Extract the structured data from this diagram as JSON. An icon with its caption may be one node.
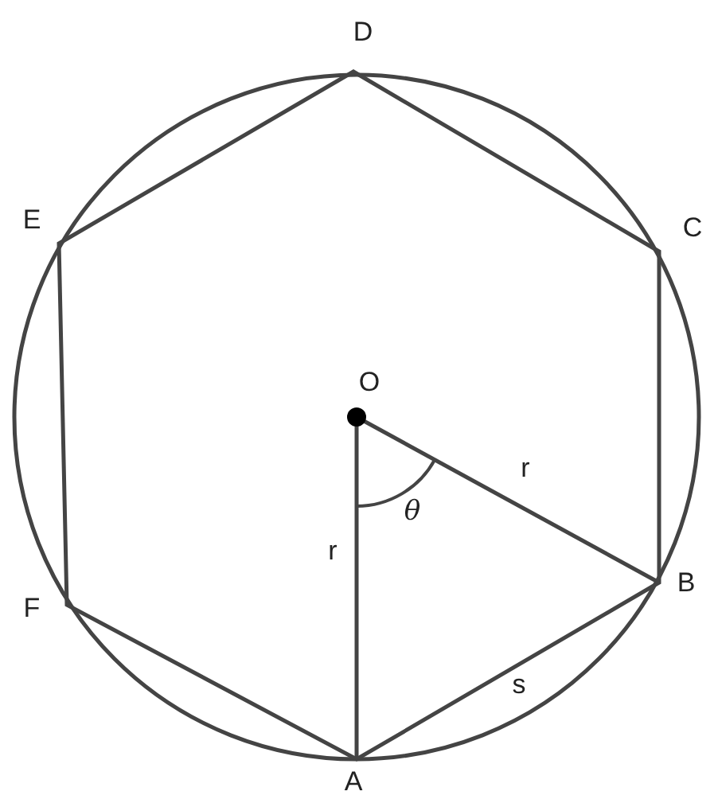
{
  "diagram": {
    "labels": [
      "D",
      "E",
      "C",
      "O",
      "r",
      "θ",
      "r",
      "F",
      "B",
      "s",
      "A"
    ]
  }
}
